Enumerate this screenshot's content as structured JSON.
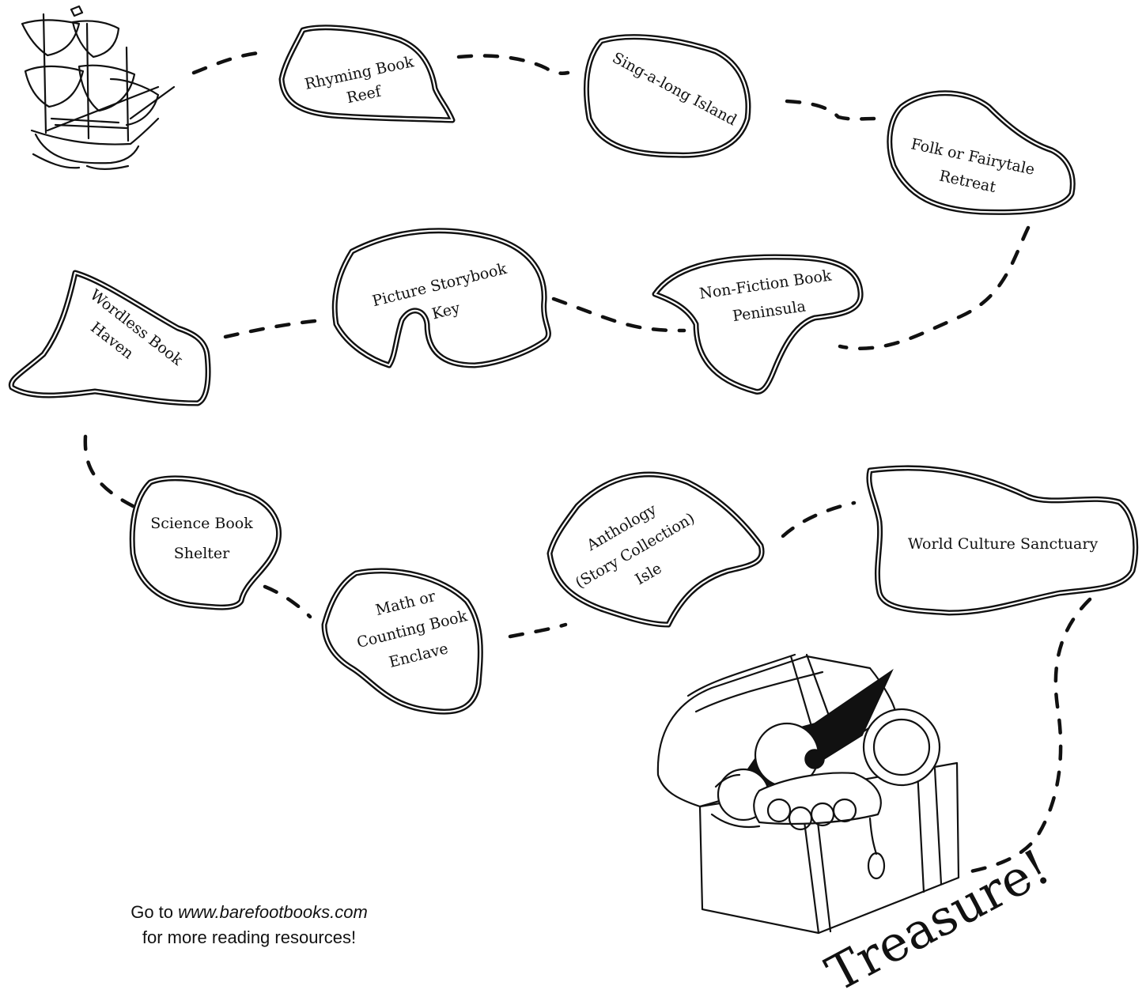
{
  "islands": [
    {
      "id": "rhyming",
      "lines": [
        "Rhyming Book",
        "Reef"
      ]
    },
    {
      "id": "singalong",
      "lines": [
        "Sing-a-long Island"
      ]
    },
    {
      "id": "folk",
      "lines": [
        "Folk or Fairytale",
        "Retreat"
      ]
    },
    {
      "id": "picture",
      "lines": [
        "Picture Storybook",
        "Key"
      ]
    },
    {
      "id": "nonfiction",
      "lines": [
        "Non-Fiction Book",
        "Peninsula"
      ]
    },
    {
      "id": "wordless",
      "lines": [
        "Wordless Book",
        "Haven"
      ]
    },
    {
      "id": "science",
      "lines": [
        "Science Book",
        "Shelter"
      ]
    },
    {
      "id": "math",
      "lines": [
        "Math or",
        "Counting Book",
        "Enclave"
      ]
    },
    {
      "id": "anthology",
      "lines": [
        "Anthology",
        "(Story Collection)",
        "Isle"
      ]
    },
    {
      "id": "world",
      "lines": [
        "World Culture Sanctuary"
      ]
    }
  ],
  "treasure_label": "Treasure!",
  "footer": {
    "line1_prefix": "Go to ",
    "url": "www.barefootbooks.com",
    "line2": "for more reading resources!"
  },
  "icons": [
    "sailing-ship-icon",
    "treasure-chest-icon"
  ]
}
